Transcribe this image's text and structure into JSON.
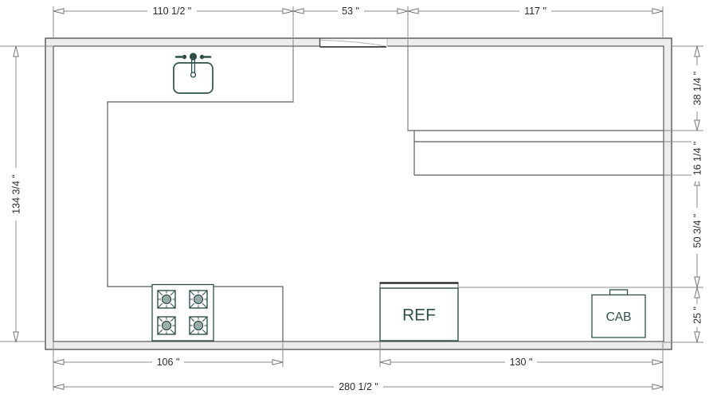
{
  "fixtures": {
    "refrigerator_label": "REF",
    "cabinet_label": "CAB",
    "sink_icon": "sink-icon",
    "cooktop_icon": "cooktop-icon",
    "window_icon": "window-opening-icon"
  },
  "dimensions": {
    "unit_symbol": "\"",
    "top": [
      "110 1/2 \"",
      "53 \"",
      "117 \""
    ],
    "left": [
      "134 3/4 \""
    ],
    "right": [
      "38 1/4 \"",
      "16 1/4 \"",
      "50 3/4 \"",
      "25 \""
    ],
    "bottom": [
      "106 \"",
      "130 \""
    ],
    "overall_width": "280 1/2 \""
  },
  "colors": {
    "wall_fill": "#ececec",
    "wall_stroke": "#4a4a4a",
    "counter_stroke": "#5c5c5c",
    "dimension_stroke": "#8c8c8c",
    "dimension_text": "#2b2b2b",
    "fixture_stroke": "#2f5049",
    "burner_fill": "#9aadab"
  }
}
